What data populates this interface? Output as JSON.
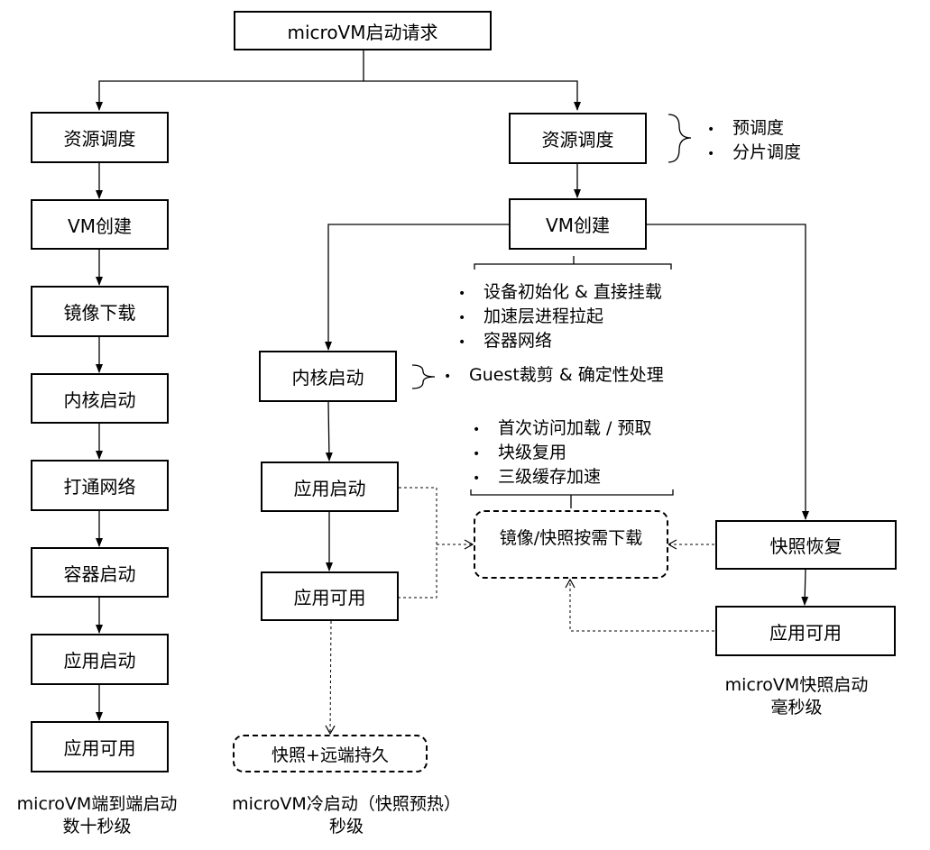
{
  "root": {
    "label": "microVM启动请求"
  },
  "left_column": {
    "steps": [
      "资源调度",
      "VM创建",
      "镜像下载",
      "内核启动",
      "打通网络",
      "容器启动",
      "应用启动",
      "应用可用"
    ],
    "caption_line1": "microVM端到端启动",
    "caption_line2": "数十秒级"
  },
  "right_branch": {
    "scheduling": {
      "label": "资源调度",
      "notes": [
        "预调度",
        "分片调度"
      ]
    },
    "vm_create": {
      "label": "VM创建",
      "notes": [
        "设备初始化 & 直接挂载",
        "加速层进程拉起",
        "容器网络"
      ]
    },
    "cold": {
      "kernel": {
        "label": "内核启动",
        "note": "Guest裁剪 & 确定性处理"
      },
      "app_start": "应用启动",
      "app_ready": "应用可用",
      "persist": "快照+远端持久",
      "caption_line1": "microVM冷启动（快照预热）",
      "caption_line2": "秒级"
    },
    "on_demand": {
      "label": "镜像/快照按需下载",
      "notes": [
        "首次访问加载 / 预取",
        "块级复用",
        "三级缓存加速"
      ]
    },
    "snapshot": {
      "restore": "快照恢复",
      "app_ready": "应用可用",
      "caption_line1": "microVM快照启动",
      "caption_line2": "毫秒级"
    }
  }
}
